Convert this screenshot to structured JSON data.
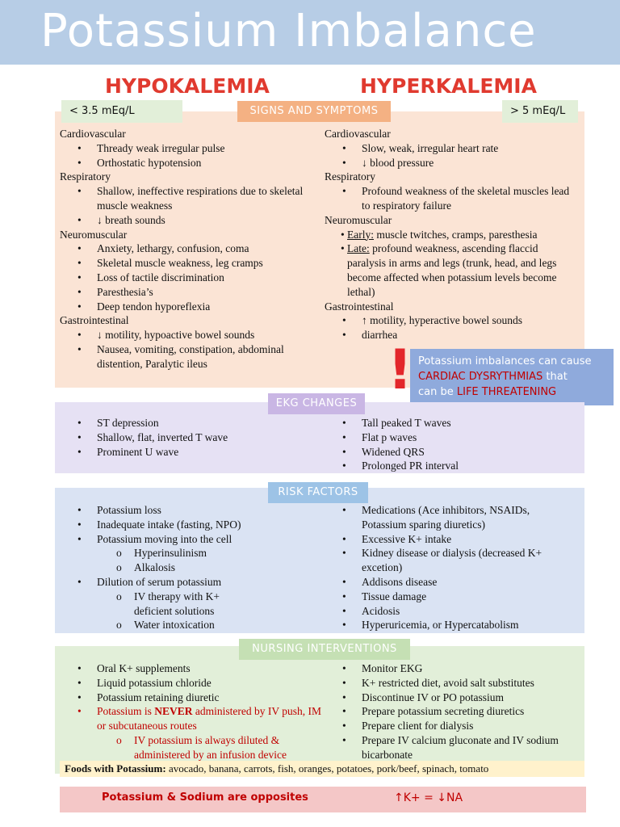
{
  "header": {
    "title": "Potassium Imbalance"
  },
  "columns": {
    "hypo": "HYPOKALEMIA",
    "hyper": "HYPERKALEMIA",
    "hypo_range": "< 3.5 mEq/L",
    "hyper_range": "> 5 mEq/L"
  },
  "signs": {
    "label": "SIGNS AND SYMPTOMS",
    "left": {
      "cardio_cat": "Cardiovascular",
      "cardio": [
        "Thready weak irregular pulse",
        "Orthostatic hypotension"
      ],
      "resp_cat": "Respiratory",
      "resp": [
        "Shallow, ineffective respirations due to skeletal muscle weakness",
        "↓ breath sounds"
      ],
      "neuro_cat": "Neuromuscular",
      "neuro": [
        "Anxiety, lethargy, confusion, coma",
        "Skeletal muscle weakness, leg cramps",
        "Loss of tactile discrimination",
        "Paresthesia’s",
        "Deep tendon hyporeflexia"
      ],
      "gi_cat": "Gastrointestinal",
      "gi": [
        "↓ motility, hypoactive bowel sounds",
        "Nausea, vomiting, constipation, abdominal distention, Paralytic ileus"
      ]
    },
    "right": {
      "cardio_cat": "Cardiovascular",
      "cardio": [
        "Slow, weak, irregular heart rate",
        "↓ blood pressure"
      ],
      "resp_cat": "Respiratory",
      "resp": [
        "Profound weakness of the skeletal muscles lead to respiratory failure"
      ],
      "neuro_cat": "Neuromuscular",
      "early_label": "Early:",
      "early_text": " muscle twitches, cramps, paresthesia",
      "late_label": "Late:",
      "late_text": " profound weakness, ascending flaccid paralysis in arms and legs (trunk, head, and legs become affected when potassium levels become lethal)",
      "gi_cat": "Gastrointestinal",
      "gi": [
        "↑ motility, hyperactive bowel sounds",
        "diarrhea"
      ]
    }
  },
  "callout": {
    "line1": "Potassium imbalances can cause",
    "highlight1": "CARDIAC DYSRYTHMIAS",
    "mid": " that",
    "line3": "can be ",
    "highlight2": "LIFE THREATENING"
  },
  "exclaim": "!",
  "ekg": {
    "label": "EKG CHANGES",
    "left": [
      "ST depression",
      "Shallow, flat, inverted T wave",
      "Prominent U wave"
    ],
    "right": [
      "Tall peaked T waves",
      "Flat p waves",
      "Widened QRS",
      "Prolonged PR interval"
    ]
  },
  "risk": {
    "label": "RISK FACTORS",
    "left": {
      "a": "Potassium loss",
      "b": "Inadequate intake (fasting, NPO)",
      "c": "Potassium moving into the cell",
      "c_sub": [
        "Hyperinsulinism",
        "Alkalosis"
      ],
      "d": "Dilution of serum potassium",
      "d_sub": [
        "IV therapy with K+ deficient solutions",
        "Water intoxication"
      ]
    },
    "right": [
      "Medications (Ace inhibitors, NSAIDs, Potassium sparing diuretics)",
      "Excessive K+ intake",
      "Kidney disease or dialysis (decreased K+ excetion)",
      "Addisons disease",
      "Tissue damage",
      "Acidosis",
      "Hyperuricemia, or Hypercatabolism"
    ]
  },
  "nursing": {
    "label": "NURSING INTERVENTIONS",
    "left": {
      "items": [
        "Oral K+ supplements",
        "Liquid potassium chloride",
        "Potassium retaining diuretic"
      ],
      "warn_pre": "Potassium is ",
      "warn_strong": "NEVER",
      "warn_post": " administered by IV push, IM or subcutaneous routes",
      "warn_sub": "IV potassium is always diluted & administered by an infusion device"
    },
    "right": [
      "Monitor EKG",
      "K+ restricted diet, avoid salt substitutes",
      "Discontinue IV or PO potassium",
      "Prepare potassium secreting diuretics",
      "Prepare client for dialysis",
      "Prepare IV calcium gluconate and IV sodium bicarbonate"
    ]
  },
  "foods": {
    "label": "Foods with Potassium:",
    "text": " avocado, banana, carrots, fish, oranges, potatoes, pork/beef, spinach, tomato"
  },
  "footer": {
    "left": "Potassium & Sodium are opposites",
    "right": "↑K+ = ↓NA"
  },
  "colors": {
    "header": "#b7cde6",
    "accent_red": "#e03a2f",
    "signs_bg": "#fbe4d5",
    "ekg_bg": "#e6e1f4",
    "risk_bg": "#dae3f3",
    "nursing_bg": "#e2efd9",
    "callout_bg": "#8faadc"
  }
}
